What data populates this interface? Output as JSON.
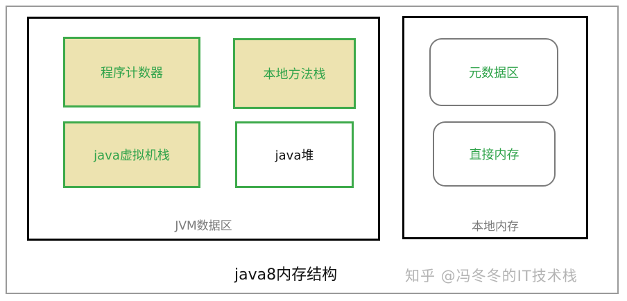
{
  "jvm_region": {
    "label": "JVM数据区",
    "boxes": [
      "程序计数器",
      "本地方法栈",
      "java虚拟机栈",
      "java堆"
    ]
  },
  "native_region": {
    "label": "本地内存",
    "boxes": [
      "元数据区",
      "直接内存"
    ]
  },
  "caption": "java8内存结构",
  "watermark": "知乎 @冯冬冬的IT技术栈",
  "colors": {
    "box_fill": "#ede3b0",
    "box_border": "#3daa4a",
    "box_text": "#2fa34a",
    "region_border": "#000000",
    "rounded_border": "#7a7a7a"
  }
}
